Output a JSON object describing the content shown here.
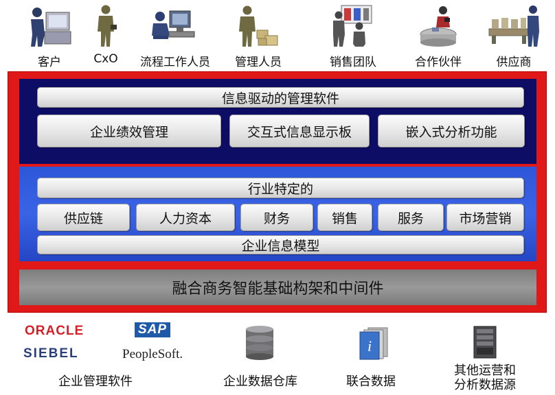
{
  "users": [
    {
      "label": "客户",
      "icon": "customer-icon"
    },
    {
      "label": "CxO",
      "icon": "executive-icon"
    },
    {
      "label": "流程工作人员",
      "icon": "process-worker-icon"
    },
    {
      "label": "管理人员",
      "icon": "manager-icon"
    },
    {
      "label": "销售团队",
      "icon": "sales-team-icon"
    },
    {
      "label": "合作伙伴",
      "icon": "partner-icon"
    },
    {
      "label": "供应商",
      "icon": "supplier-icon"
    }
  ],
  "top_layer": {
    "title": "信息驱动的管理软件",
    "items": [
      "企业绩效管理",
      "交互式信息显示板",
      "嵌入式分析功能"
    ]
  },
  "middle_layer": {
    "title": "行业特定的",
    "items": [
      "供应链",
      "人力资本",
      "财务",
      "销售",
      "服务",
      "市场营销"
    ],
    "model": "企业信息模型"
  },
  "bottom_layer": {
    "title": "融合商务智能基础构架和中间件"
  },
  "sources": {
    "logos": [
      "ORACLE",
      "SAP",
      "SIEBEL",
      "PeopleSoft."
    ],
    "labels": [
      "企业管理软件",
      "企业数据仓库",
      "联合数据",
      "其他运营和",
      "分析数据源"
    ]
  },
  "colors": {
    "frame": "#e01818",
    "navy": "#0d0d66",
    "blue": "#3a63e6",
    "grey": "#8a8a8a"
  }
}
